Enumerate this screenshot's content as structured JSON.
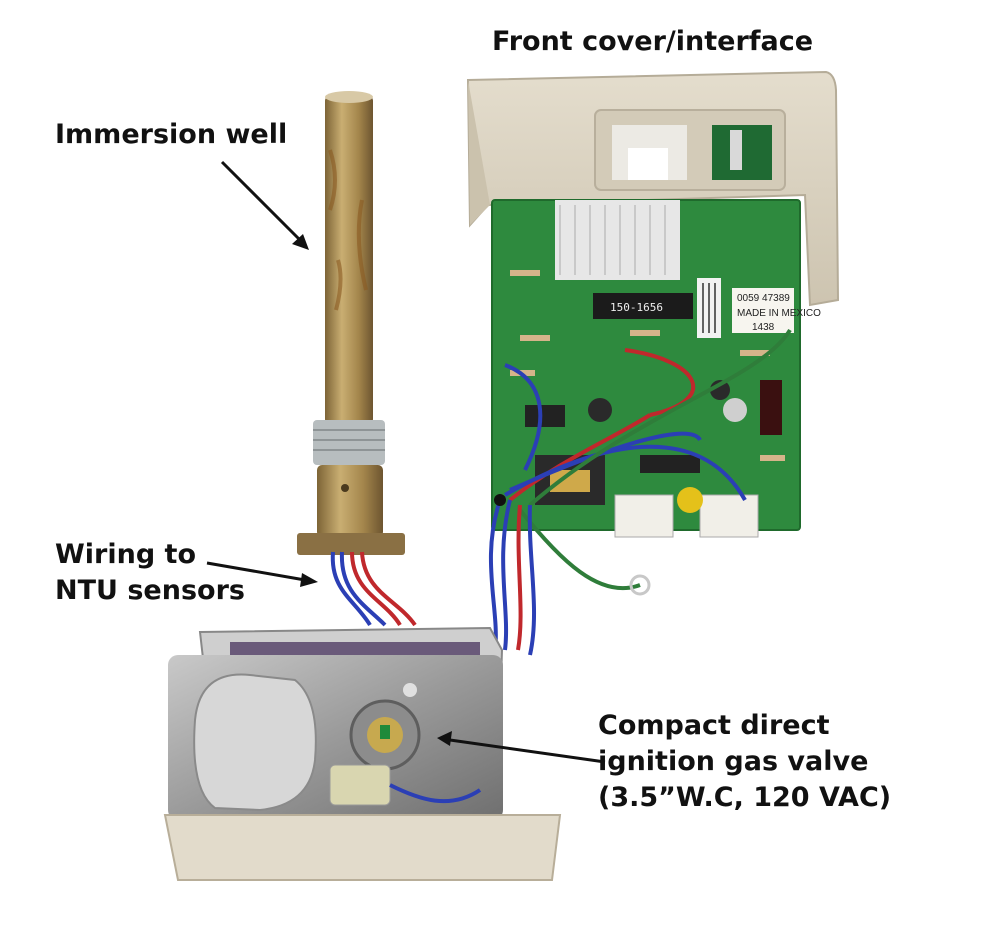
{
  "labels": {
    "front_cover": "Front cover/interface",
    "immersion_well": "Immersion well",
    "wiring_line1": "Wiring to",
    "wiring_line2": "NTU sensors",
    "valve_line1": "Compact direct",
    "valve_line2": "ignition gas valve",
    "valve_line3": "(3.5”W.C, 120 VAC)"
  },
  "board_text": {
    "chip": "150-1656",
    "sticker_line1": "0059 47389",
    "sticker_line2": "MADE IN MEXICO",
    "sticker_line3": "1438"
  },
  "colors": {
    "pcb_green": "#2e8a3e",
    "cover_beige": "#ddd6c6",
    "brass": "#a88a52",
    "wire_blue": "#2b3fb5",
    "wire_red": "#c0282c",
    "valve_metal": "#a9a9a9"
  }
}
